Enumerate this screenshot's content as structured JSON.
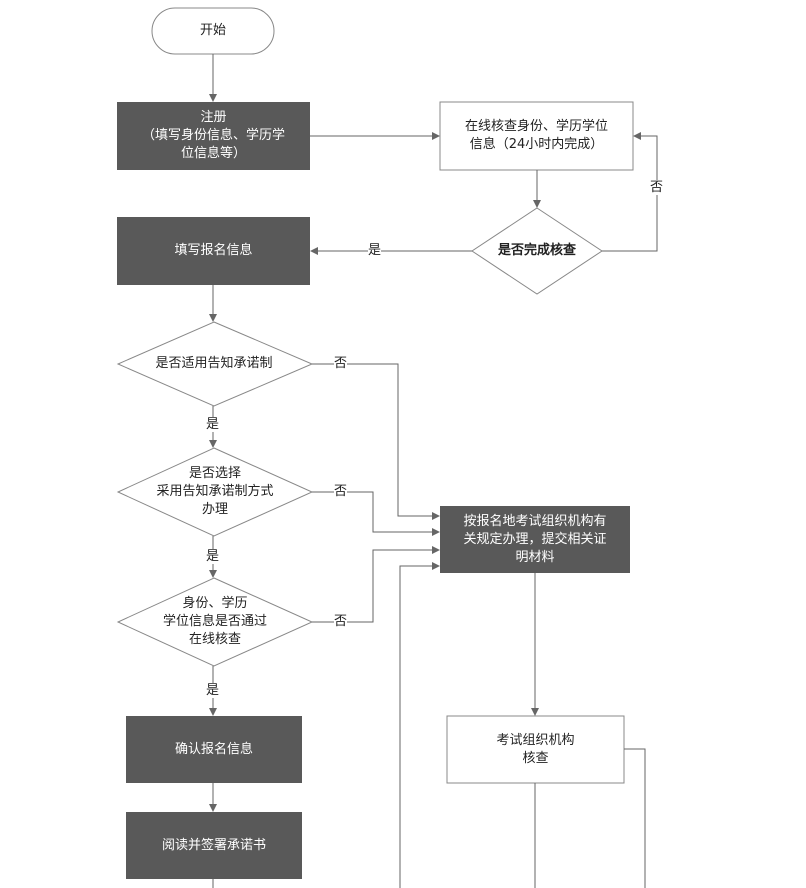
{
  "nodes": {
    "start": "开始",
    "register": "注册\n（填写身份信息、学历学\n位信息等）",
    "online_check": "在线核查身份、学历学位\n信息（24小时内完成）",
    "check_done": "是否完成核查",
    "fill_info": "填写报名信息",
    "apply_commit": "是否适用告知承诺制",
    "choose_commit": "是否选择\n采用告知承诺制方式\n办理",
    "pass_check": "身份、学历\n学位信息是否通过\n在线核查",
    "submit_proof": "按报名地考试组织机构有\n关规定办理，提交相关证\n明材料",
    "confirm_info": "确认报名信息",
    "agency_review": "考试组织机构\n核查",
    "sign_commit": "阅读并签署承诺书"
  },
  "edges": {
    "no_recheck": "否",
    "yes_fill": "是",
    "no_apply": "否",
    "yes_apply": "是",
    "no_choose": "否",
    "yes_choose": "是",
    "no_pass": "否",
    "yes_pass": "是"
  },
  "colors": {
    "dark_fill": "#595959",
    "line": "#666666",
    "border": "#888888"
  }
}
